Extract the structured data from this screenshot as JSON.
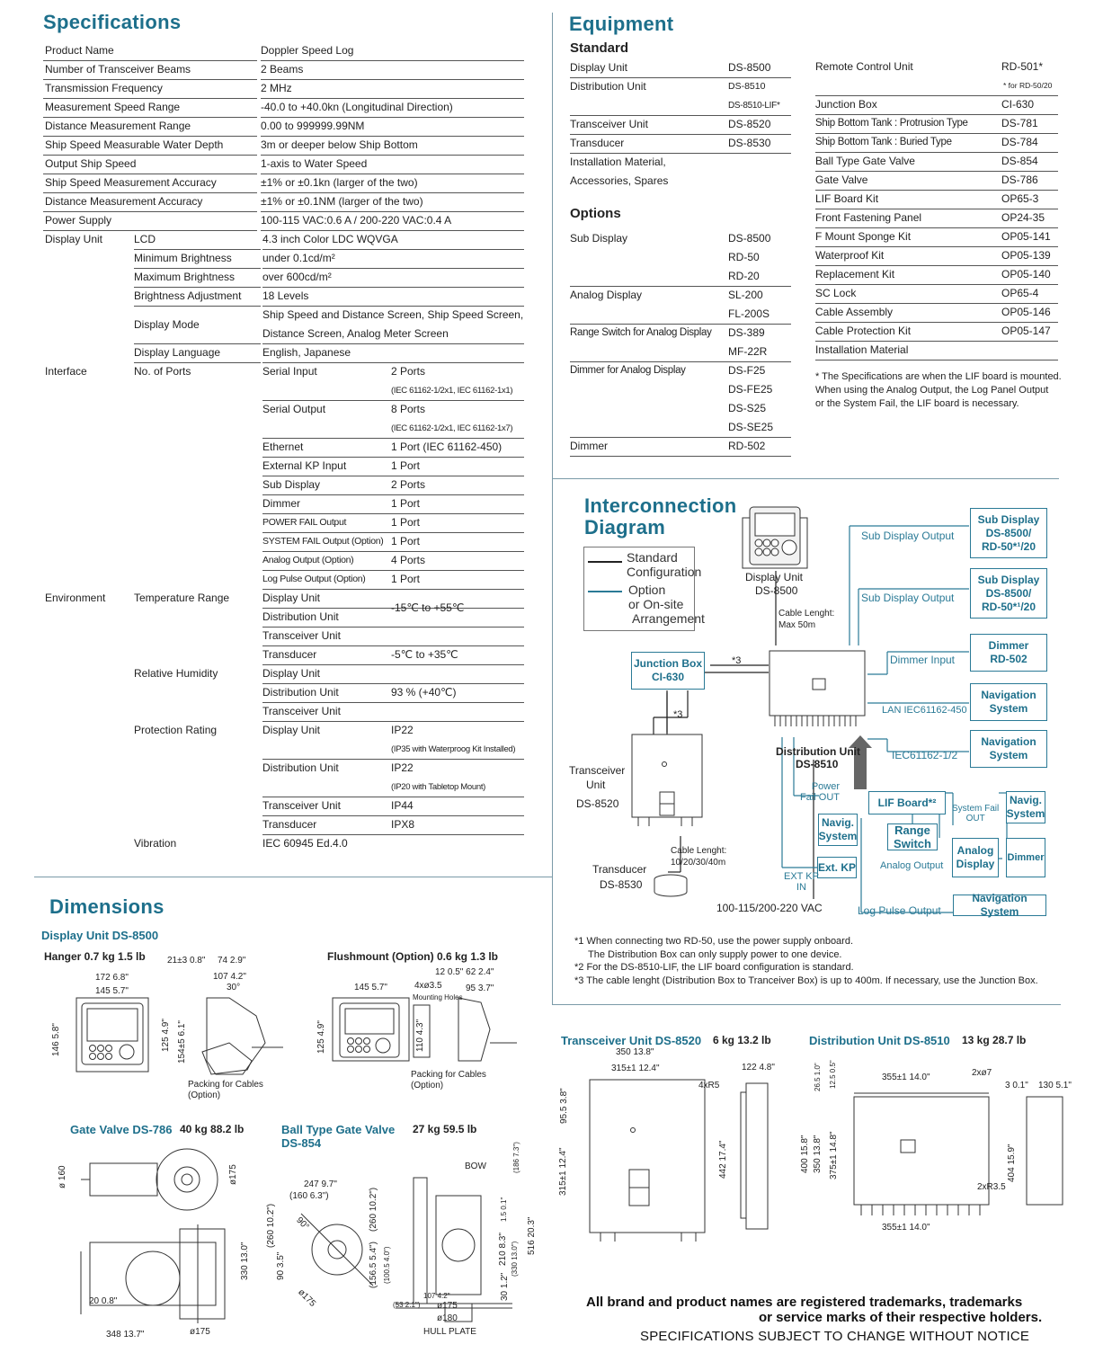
{
  "specifications": {
    "title": "Specifications",
    "rows": [
      {
        "label": "Product Name",
        "value": "Doppler Speed Log"
      },
      {
        "label": "Number of Transceiver Beams",
        "value": "2 Beams"
      },
      {
        "label": "Transmission Frequency",
        "value": "2 MHz"
      },
      {
        "label": "Measurement Speed Range",
        "value": "-40.0 to +40.0kn (Longitudinal Direction)"
      },
      {
        "label": "Distance Measurement Range",
        "value": "0.00 to 999999.99NM"
      },
      {
        "label": "Ship Speed Measurable Water Depth",
        "value": "3m or deeper below Ship Bottom"
      },
      {
        "label": "Output Ship Speed",
        "value": "1-axis to Water Speed"
      },
      {
        "label": "Ship Speed Measurement Accuracy",
        "value": "±1% or ±0.1kn (larger of the two)"
      },
      {
        "label": "Distance Measurement Accuracy",
        "value": "±1% or ±0.1NM (larger of the two)"
      },
      {
        "label": "Power Supply",
        "value": "100-115 VAC:0.6 A  /  200-220 VAC:0.4 A"
      }
    ],
    "display_unit": {
      "label": "Display Unit",
      "rows": [
        {
          "label": "LCD",
          "value": "4.3 inch Color LDC WQVGA"
        },
        {
          "label": "Minimum Brightness",
          "value": "under 0.1cd/m²"
        },
        {
          "label": "Maximum Brightness",
          "value": "over 600cd/m²"
        },
        {
          "label": "Brightness Adjustment",
          "value": "18 Levels"
        },
        {
          "label": "Display Mode",
          "value": "Ship Speed and Distance Screen, Ship Speed Screen,",
          "value2": "Distance Screen, Analog Meter Screen"
        },
        {
          "label": "Display Language",
          "value": "English, Japanese"
        }
      ]
    },
    "interface": {
      "label": "Interface",
      "sublabel": "No. of Ports",
      "rows": [
        {
          "label": "Serial Input",
          "value": "2 Ports",
          "note": "(IEC 61162-1/2x1, IEC 61162-1x1)"
        },
        {
          "label": "Serial Output",
          "value": "8 Ports",
          "note": "(IEC 61162-1/2x1, IEC 61162-1x7)"
        },
        {
          "label": "Ethernet",
          "value": "1 Port (IEC 61162-450)"
        },
        {
          "label": "External KP Input",
          "value": "1 Port"
        },
        {
          "label": "Sub Display",
          "value": "2 Ports"
        },
        {
          "label": "Dimmer",
          "value": "1 Port"
        },
        {
          "label": "POWER FAIL Output",
          "value": "1 Port"
        },
        {
          "label": "SYSTEM FAIL Output (Option)",
          "value": "1 Port"
        },
        {
          "label": "Analog Output (Option)",
          "value": "4 Ports"
        },
        {
          "label": "Log Pulse Output (Option)",
          "value": "1 Port"
        }
      ]
    },
    "environment": {
      "label": "Environment",
      "temp_label": "Temperature Range",
      "temp_units": [
        "Display Unit",
        "Distribution Unit",
        "Transceiver Unit",
        "Transducer"
      ],
      "temp_value1": "-15℃ to +55℃",
      "temp_value2": "-5℃ to +35℃",
      "hum_label": "Relative Humidity",
      "hum_units": [
        "Display Unit",
        "Distribution Unit",
        "Transceiver Unit"
      ],
      "hum_value": "93 % (+40℃)",
      "prot_label": "Protection Rating",
      "prot_rows": [
        {
          "label": "Display Unit",
          "value": "IP22",
          "note": "(IP35 with Waterproog Kit Installed)"
        },
        {
          "label": "Distribution Unit",
          "value": "IP22",
          "note": "(IP20 with Tabletop Mount)"
        },
        {
          "label": "Transceiver Unit",
          "value": "IP44"
        },
        {
          "label": "Transducer",
          "value": "IPX8"
        }
      ],
      "vib_label": "Vibration",
      "vib_value": "IEC 60945 Ed.4.0"
    }
  },
  "equipment": {
    "title": "Equipment",
    "standard_title": "Standard",
    "standard_left": [
      {
        "name": "Display Unit",
        "model": "DS-8500"
      },
      {
        "name": "Distribution Unit",
        "model": "DS-8510",
        "model2": "DS-8510-LIF*"
      },
      {
        "name": "Transceiver Unit",
        "model": "DS-8520"
      },
      {
        "name": "Transducer",
        "model": "DS-8530"
      },
      {
        "name": "Installation Material,",
        "name2": "Accessories, Spares"
      }
    ],
    "options_title": "Options",
    "options": [
      {
        "name": "Sub Display",
        "models": [
          "DS-8500",
          "RD-50",
          "RD-20"
        ]
      },
      {
        "name": "Analog Display",
        "models": [
          "SL-200",
          "FL-200S"
        ]
      },
      {
        "name": "Range Switch for Analog Display",
        "models": [
          "DS-389",
          "MF-22R"
        ]
      },
      {
        "name": "Dimmer for Analog Display",
        "models": [
          "DS-F25",
          "DS-FE25",
          "DS-S25",
          "DS-SE25"
        ]
      },
      {
        "name": "Dimmer",
        "models": [
          "RD-502"
        ]
      }
    ],
    "right": [
      {
        "name": "Remote Control Unit",
        "model": "RD-501*",
        "note": "* for RD-50/20"
      },
      {
        "name": "Junction Box",
        "model": "CI-630"
      },
      {
        "name": "Ship Bottom Tank : Protrusion Type",
        "model": "DS-781"
      },
      {
        "name": "Ship Bottom Tank : Buried Type",
        "model": "DS-784"
      },
      {
        "name": "Ball Type Gate Valve",
        "model": "DS-854"
      },
      {
        "name": "Gate Valve",
        "model": "DS-786"
      },
      {
        "name": "LIF Board Kit",
        "model": "OP65-3"
      },
      {
        "name": "Front Fastening Panel",
        "model": "OP24-35"
      },
      {
        "name": "F Mount Sponge Kit",
        "model": "OP05-141"
      },
      {
        "name": "Waterproof Kit",
        "model": "OP05-139"
      },
      {
        "name": "Replacement Kit",
        "model": "OP05-140"
      },
      {
        "name": "SC Lock",
        "model": "OP65-4"
      },
      {
        "name": "Cable Assembly",
        "model": "OP05-146"
      },
      {
        "name": "Cable Protection Kit",
        "model": "OP05-147"
      },
      {
        "name": "Installation Material",
        "model": ""
      }
    ],
    "footnote": [
      "* The Specifications are when the LIF board is mounted.",
      "When using the Analog Output, the Log Panel Output",
      "or the System Fail, the LIF board is necessary."
    ]
  },
  "diagram": {
    "title1": "Interconnection",
    "title2": "Diagram",
    "legend_standard1": "Standard",
    "legend_standard2": "Configuration",
    "legend_option1": "Option",
    "legend_option2": "or On-site",
    "legend_option3": "Arrangement",
    "display_unit1": "Display Unit",
    "display_unit2": "DS-8500",
    "cable1a": "Cable Lenght:",
    "cable1b": "Max 50m",
    "junction1": "Junction Box",
    "junction2": "CI-630",
    "star3": "*3",
    "dist1": "Distribution Unit",
    "dist2": "DS-8510",
    "trans1": "Transceiver",
    "trans2": "Unit",
    "trans3": "DS-8520",
    "cable2a": "Cable Lenght:",
    "cable2b": "10/20/30/40m",
    "transducer1": "Transducer",
    "transducer2": "DS-8530",
    "power": "100-115/200-220 VAC",
    "sub_out": "Sub Display Output",
    "sub_box1": "Sub Display",
    "sub_box2": "DS-8500/",
    "sub_box3": "RD-50*¹/20",
    "dimmer_in": "Dimmer Input",
    "dimmer1": "Dimmer",
    "dimmer2": "RD-502",
    "lan": "LAN IEC61162-450",
    "nav1": "Navigation",
    "nav2": "System",
    "iec": "IEC61162-1/2",
    "pf1": "Power",
    "pf2": "Fail OUT",
    "navig1": "Navig.",
    "navig2": "System",
    "extkp": "Ext. KP",
    "extkp1": "EXT KP",
    "extkp2": "IN",
    "lif": "LIF Board*²",
    "sysfail1": "System Fail",
    "sysfail2": "OUT",
    "range1": "Range",
    "range2": "Switch",
    "analog_out": "Analog Output",
    "analog1": "Analog",
    "analog2": "Display",
    "dimmer_box": "Dimmer",
    "logpulse": "Log Pulse Output",
    "navsys": "Navigation System",
    "notes": [
      "*1 When connecting two RD-50, use the power supply onboard.",
      "The Distribution Box can only supply power to one device.",
      "*2 For the DS-8510-LIF, the LIF board configuration is standard.",
      "*3 The cable lenght (Distribution Box to Tranceiver Box) is up to 400m. If necessary, use the Junction Box."
    ]
  },
  "dimensions": {
    "title": "Dimensions",
    "display_title": "Display Unit  DS-8500",
    "hanger": "Hanger  0.7 kg 1.5 lb",
    "flush": "Flushmount (Option)  0.6 kg  1.3 lb",
    "packing_a": "Packing for Cables",
    "packing_b": "(Option)",
    "gate_title": "Gate Valve DS-786",
    "gate_weight": "40 kg  88.2 lb",
    "ball_title1": "Ball Type Gate Valve",
    "ball_title2": "DS-854",
    "ball_weight": "27 kg  59.5 lb",
    "trans_title": "Transceiver Unit DS-8520",
    "trans_weight": "6 kg  13.2 lb",
    "dist_title": "Distribution Unit DS-8510",
    "dist_weight": "13 kg  28.7 lb",
    "d_hanger": [
      "21±3 0.8\"",
      "74 2.9\"",
      "172  6.8\"",
      "107  4.2\"",
      "145  5.7\"",
      "30°",
      "146  5.8\"",
      "125  4.9\"",
      "154±5  6.1\""
    ],
    "d_flush": [
      "12 0.5\"  62 2.4\"",
      "145  5.7\"",
      "4xø3.5",
      "Mounting Holes",
      "95 3.7\"",
      "125  4.9\"",
      "110  4.3\""
    ],
    "d_gate": [
      "ø 160",
      "ø175",
      "330  13.0\"",
      "20  0.8\"",
      "348  13.7\"",
      "ø175"
    ],
    "d_ball": [
      "247  9.7\"",
      "(160  6.3\")",
      "90°",
      "(260  10.2\")",
      "(260  10.2\")",
      "90 3.5\"",
      "ø175",
      "(156.5 5.4\")",
      "(100.5 4.0\")",
      "107 4.2\"",
      "(53 2.1\")",
      "ø175",
      "ø180",
      "HULL PLATE",
      "BOW",
      "(186 7.3\")",
      "1.5 0.1\"",
      "210  8.3\"",
      "(330 13.0\")",
      "516  20.3\"",
      "30  1.2\""
    ],
    "d_trans": [
      "350  13.8\"",
      "315±1  12.4\"",
      "4xR5",
      "95.5  3.8\"",
      "315±1  12.4\"",
      "122  4.8\"",
      "442  17.4\""
    ],
    "d_dist": [
      "26.5 1.0\"",
      "12.5 0.5\"",
      "355±1  14.0\"",
      "2xø7",
      "3 0.1\"",
      "130  5.1\"",
      "400  15.8\"",
      "350  13.8\"",
      "375±1  14.8\"",
      "404  15.9\"",
      "2xR3.5",
      "355±1  14.0\""
    ]
  },
  "footer": {
    "trademark1": "All brand and product names are registered trademarks, trademarks",
    "trademark2": "or service marks of their respective holders.",
    "notice": "SPECIFICATIONS SUBJECT TO CHANGE WITHOUT NOTICE"
  }
}
